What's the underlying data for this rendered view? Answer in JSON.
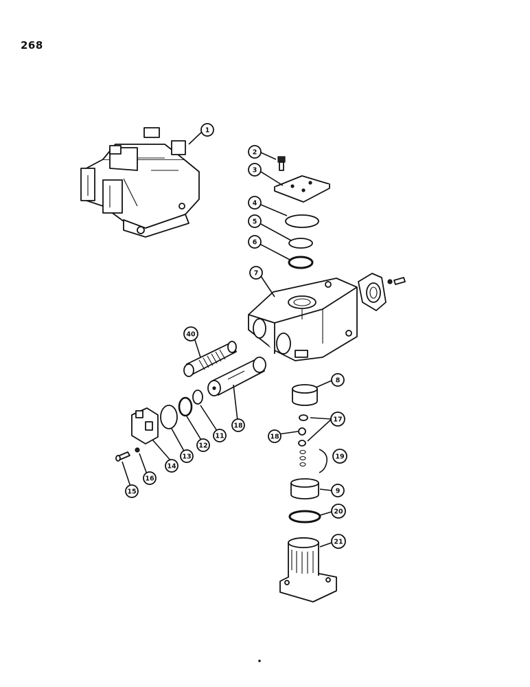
{
  "page": {
    "number": "268"
  },
  "callouts": [
    {
      "id": "c1",
      "label": "1"
    },
    {
      "id": "c2",
      "label": "2"
    },
    {
      "id": "c3",
      "label": "3"
    },
    {
      "id": "c4",
      "label": "4"
    },
    {
      "id": "c5",
      "label": "5"
    },
    {
      "id": "c6",
      "label": "6"
    },
    {
      "id": "c7",
      "label": "7"
    },
    {
      "id": "c40",
      "label": "40"
    },
    {
      "id": "c8",
      "label": "8"
    },
    {
      "id": "c17",
      "label": "17"
    },
    {
      "id": "c18b",
      "label": "18"
    },
    {
      "id": "c19",
      "label": "19"
    },
    {
      "id": "c9",
      "label": "9"
    },
    {
      "id": "c20",
      "label": "20"
    },
    {
      "id": "c21",
      "label": "21"
    },
    {
      "id": "c18",
      "label": "18"
    },
    {
      "id": "c11",
      "label": "11"
    },
    {
      "id": "c12",
      "label": "12"
    },
    {
      "id": "c13",
      "label": "13"
    },
    {
      "id": "c14",
      "label": "14"
    },
    {
      "id": "c16",
      "label": "16"
    },
    {
      "id": "c15",
      "label": "15"
    }
  ]
}
